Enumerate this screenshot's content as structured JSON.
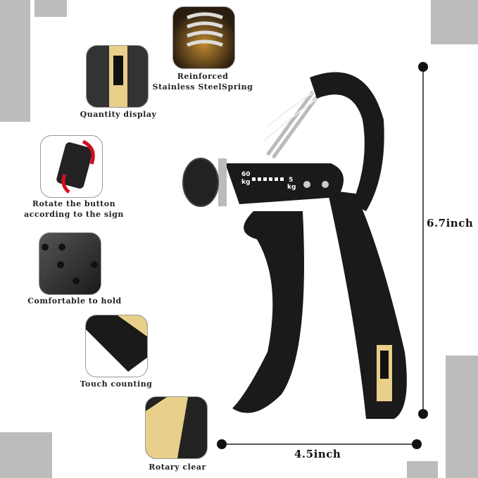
{
  "features": [
    {
      "id": "spring",
      "label_lines": [
        "Reinforced",
        "Stainless SteelSpring"
      ]
    },
    {
      "id": "display",
      "label_lines": [
        "Quantity display"
      ]
    },
    {
      "id": "rotate",
      "label_lines": [
        "Rotate the button",
        "according to the sign"
      ]
    },
    {
      "id": "comfort",
      "label_lines": [
        "Comfortable to hold"
      ]
    },
    {
      "id": "touch",
      "label_lines": [
        "Touch counting"
      ]
    },
    {
      "id": "rotary",
      "label_lines": [
        "Rotary clear"
      ]
    }
  ],
  "product": {
    "scale_max": "60",
    "scale_min": "5",
    "unit": "kg"
  },
  "dimensions": {
    "height": "6.7inch",
    "width": "4.5inch"
  },
  "colors": {
    "gray_block": "#bcbcbc",
    "product": "#1a1a1a",
    "counter": "#e8cf8a",
    "arrow": "#d01020"
  }
}
